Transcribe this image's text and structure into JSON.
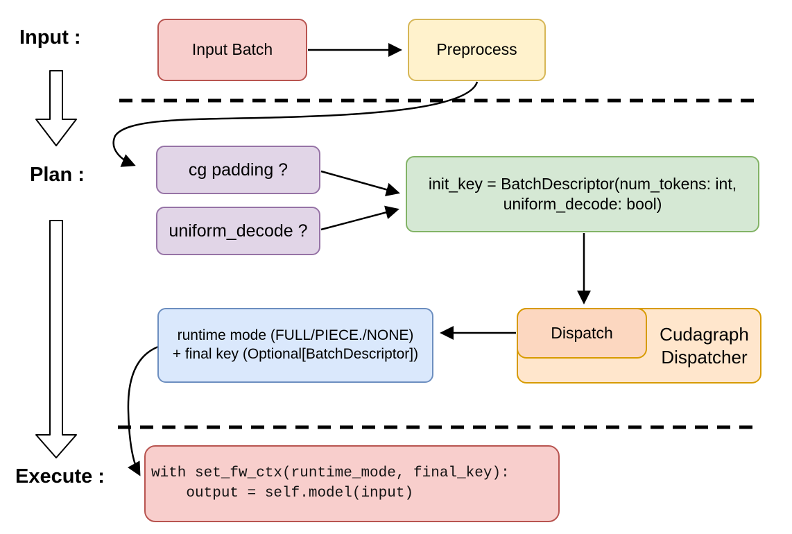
{
  "stages": {
    "input_label": "Input :",
    "plan_label": "Plan :",
    "execute_label": "Execute :"
  },
  "nodes": {
    "input_batch": {
      "label": "Input Batch"
    },
    "preprocess": {
      "label": "Preprocess"
    },
    "cg_padding": {
      "label": "cg padding ?"
    },
    "uniform_decode": {
      "label": "uniform_decode ?"
    },
    "init_key": {
      "line1": "init_key = BatchDescriptor(num_tokens: int,",
      "line2": "uniform_decode: bool)"
    },
    "dispatch": {
      "label": "Dispatch"
    },
    "cudagraph_dispatcher": {
      "line1": "Cudagraph",
      "line2": "Dispatcher"
    },
    "runtime_mode": {
      "line1": "runtime mode (FULL/PIECE./NONE)",
      "line2": "+ final key (Optional[BatchDescriptor])"
    },
    "execute_code": {
      "line1": "with set_fw_ctx(runtime_mode, final_key):",
      "line2": "    output = self.model(input)"
    }
  },
  "colors": {
    "pink_fill": "#f8cecc",
    "pink_stroke": "#b85450",
    "yellow_fill": "#fff2cc",
    "yellow_stroke": "#d6b656",
    "purple_fill": "#e1d5e7",
    "purple_stroke": "#9673a6",
    "green_fill": "#d5e8d4",
    "green_stroke": "#82b366",
    "blue_fill": "#dae8fc",
    "blue_stroke": "#6c8ebf",
    "orange_outer_fill": "#ffe6cc",
    "orange_inner_fill": "#fcd7c0",
    "orange_stroke": "#d79b00",
    "connector": "#000000"
  }
}
